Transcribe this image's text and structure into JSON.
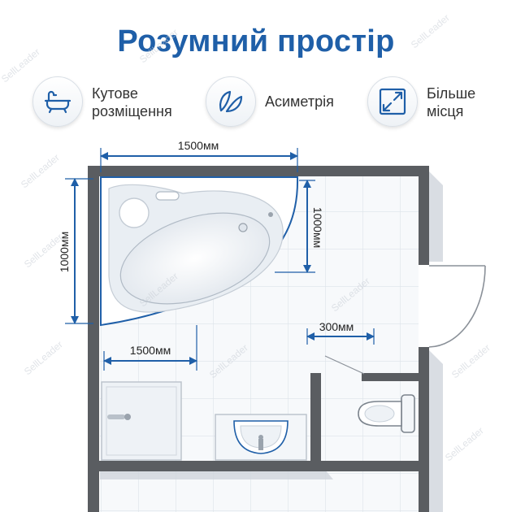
{
  "title": "Розумний простір",
  "features": [
    {
      "icon": "bathtub-icon",
      "line1": "Кутове",
      "line2": "розміщення"
    },
    {
      "icon": "asymmetric-leaf-icon",
      "line1": "Асиметрія",
      "line2": ""
    },
    {
      "icon": "expand-arrows-icon",
      "line1": "Більше",
      "line2": "місця"
    }
  ],
  "dimensions": {
    "tub_width_top": "1500мм",
    "tub_height_left": "1000мм",
    "tub_height_right": "1000мм",
    "clearance_width": "1500мм",
    "gap": "300мм"
  },
  "watermark": "SellLeader",
  "colors": {
    "title": "#1f5fa8",
    "icon": "#1f5fa8",
    "dimension_lines": "#1f5fa8",
    "walls": "#5a5d61",
    "wall_shadow": "#cfd5dc",
    "tiles": "#f7f9fb",
    "tile_grout": "#dde3ea"
  }
}
